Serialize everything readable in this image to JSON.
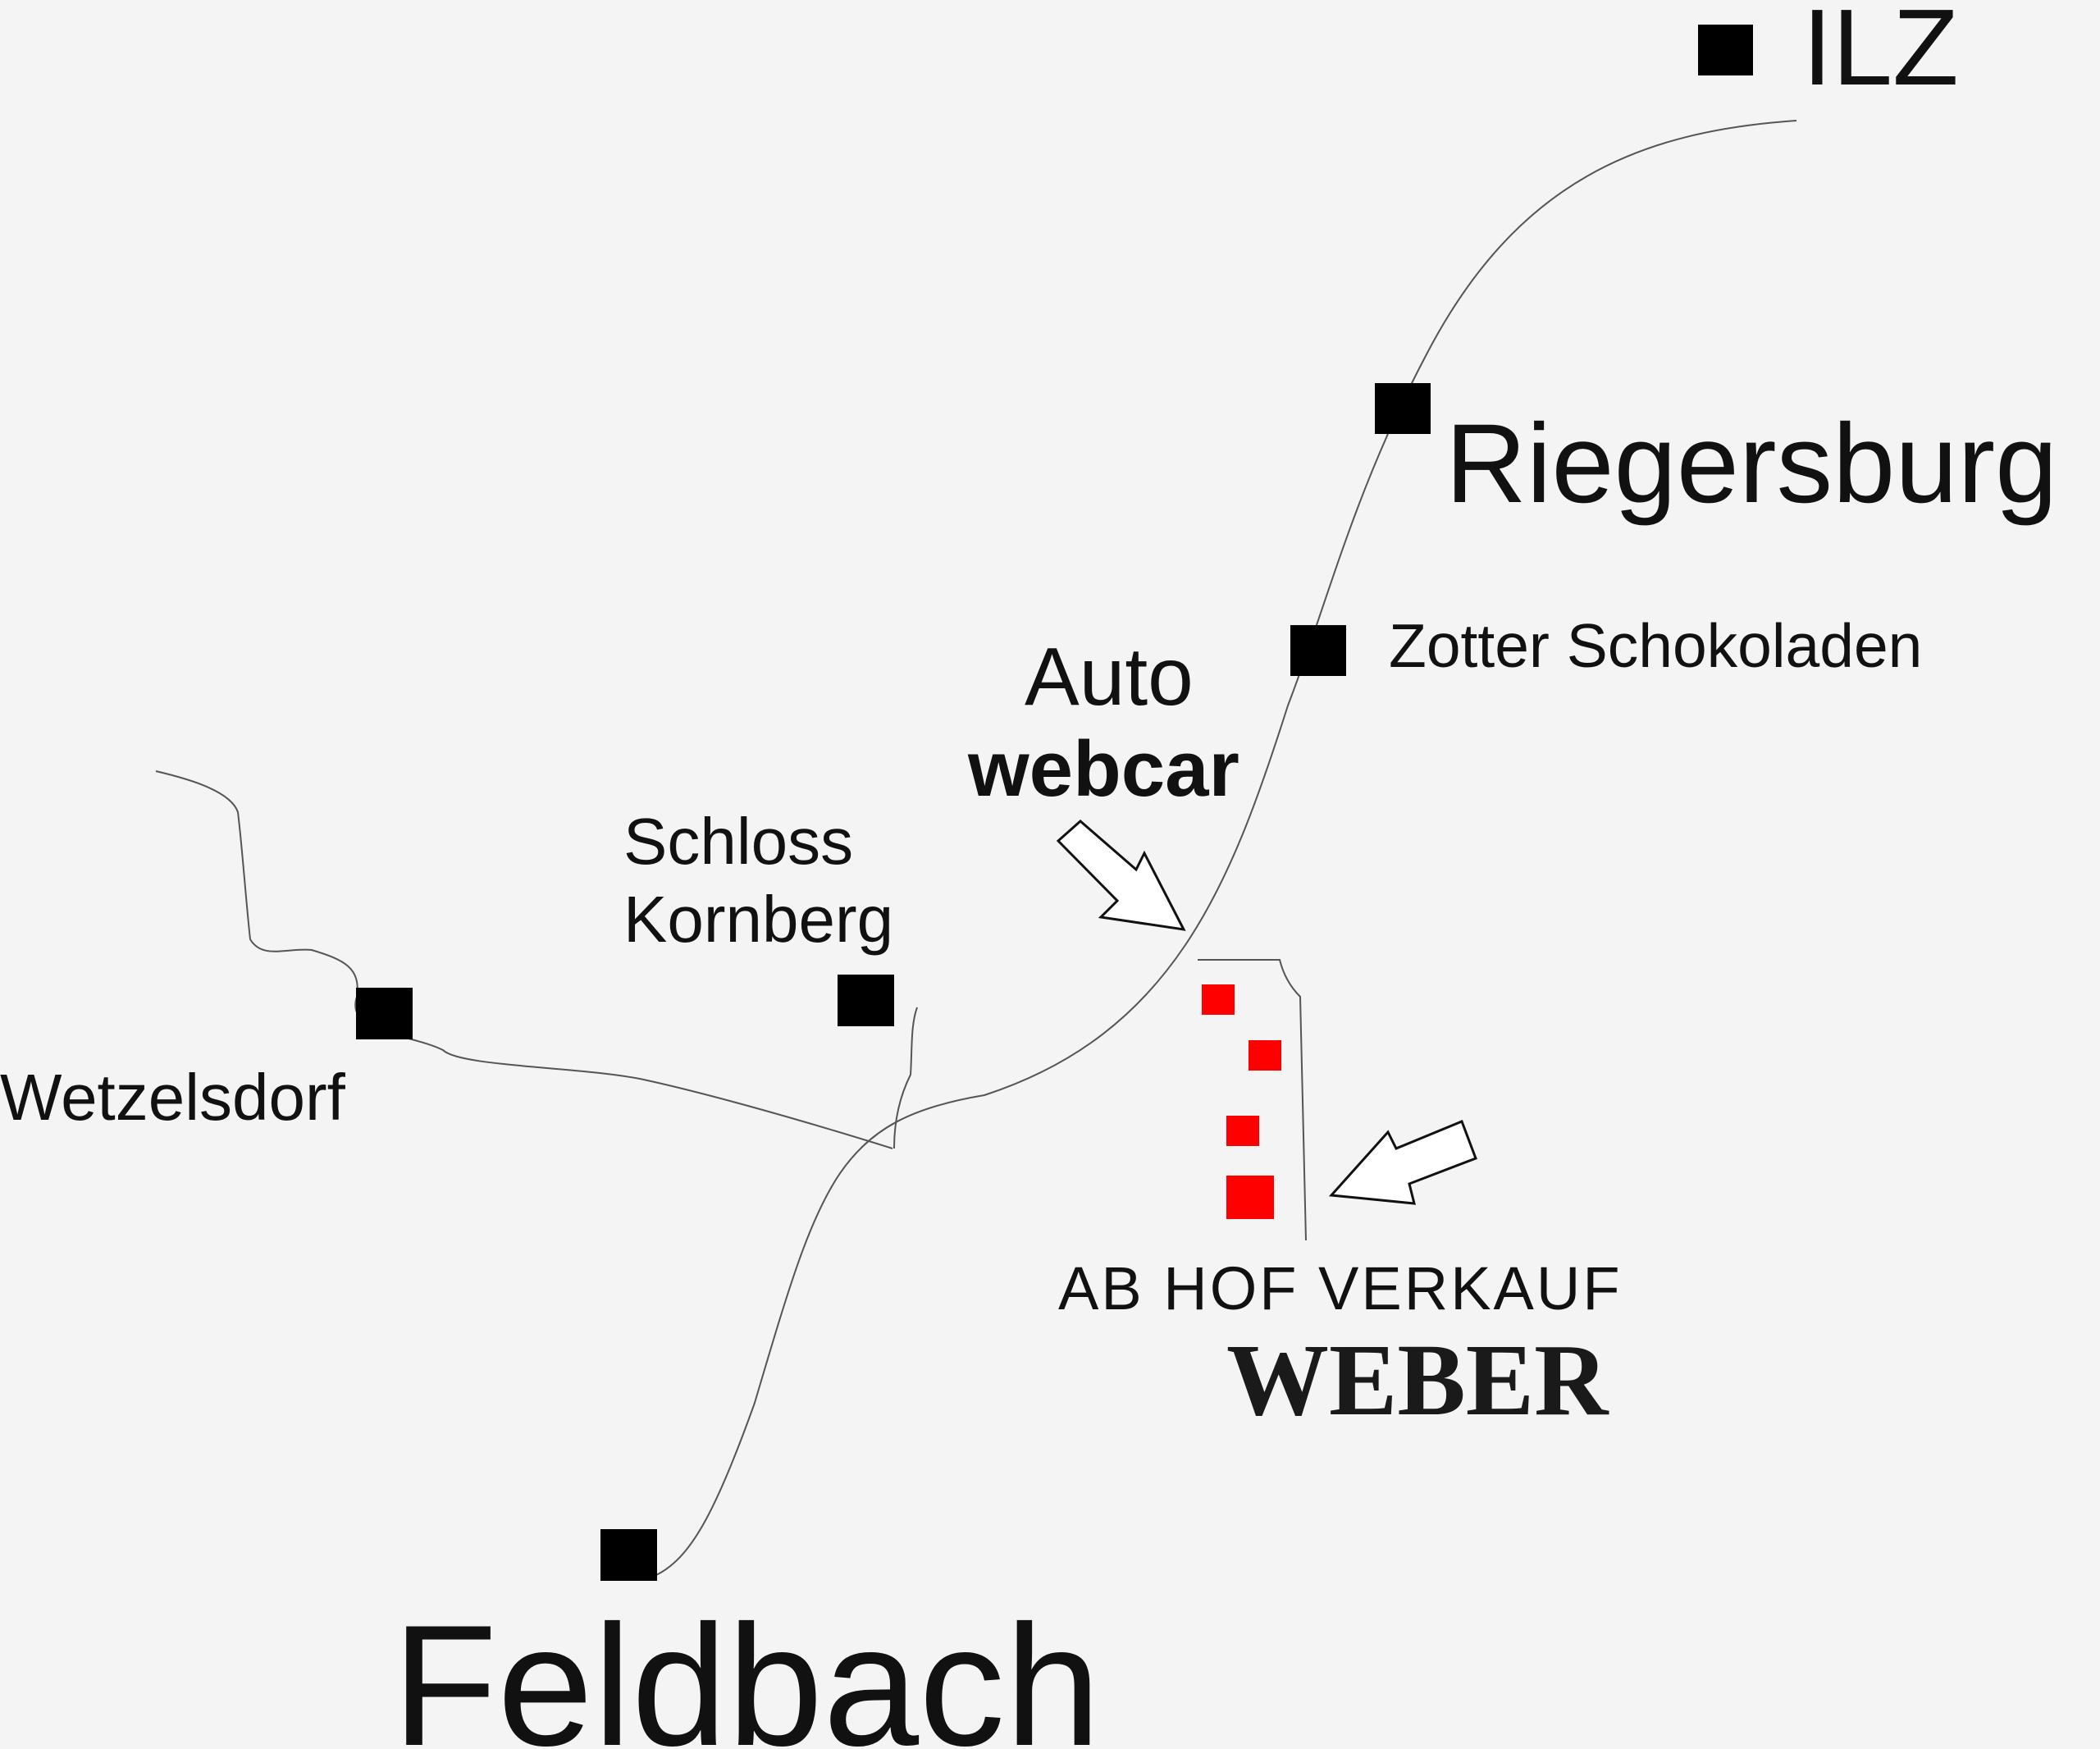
{
  "places": {
    "ilz": "ILZ",
    "riegersburg": "Riegersburg",
    "zotter": "Zotter Schokoladen",
    "auto": "Auto",
    "webcar": "webcar",
    "schloss": "Schloss",
    "kornberg": "Kornberg",
    "wetzelsdorf": "Wetzelsdorf",
    "feldbach": "Feldbach"
  },
  "shop": {
    "tagline": "AB HOF VERKAUF",
    "name": "WEBER"
  },
  "colors": {
    "background": "#f4f4f4",
    "marker": "#000000",
    "farm_marker": "#ff0000",
    "road": "#555555"
  },
  "icons": {
    "town_marker": "black-square-icon",
    "farm_marker": "red-square-icon",
    "pointer": "outline-arrow-icon"
  }
}
